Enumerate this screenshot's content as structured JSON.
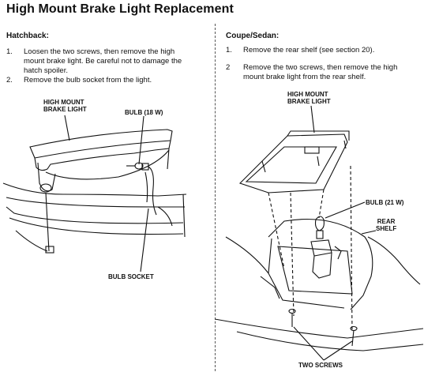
{
  "title": "High Mount Brake Light Replacement",
  "hatchback": {
    "heading": "Hatchback:",
    "steps": [
      {
        "num": "1.",
        "lines": [
          "Loosen the two screws, then remove the high",
          "mount brake light. Be careful not to damage the",
          "hatch spoiler."
        ]
      },
      {
        "num": "2.",
        "lines": [
          "Remove the bulb socket from the light."
        ]
      }
    ],
    "labels": {
      "light": [
        "HIGH MOUNT",
        "BRAKE LIGHT"
      ],
      "bulb": "BULB (18 W)",
      "socket": "BULB SOCKET"
    }
  },
  "coupe": {
    "heading": "Coupe/Sedan:",
    "steps": [
      {
        "num": "1.",
        "lines": [
          "Remove the rear shelf (see section 20)."
        ]
      },
      {
        "num": "2",
        "lines": [
          "Remove the two screws, then remove the high",
          "mount brake light from the rear shelf."
        ]
      }
    ],
    "labels": {
      "light": [
        "HIGH MOUNT",
        "BRAKE LIGHT"
      ],
      "bulb": "BULB (21 W)",
      "shelf": [
        "REAR",
        "SHELF"
      ],
      "screws": "TWO SCREWS"
    }
  }
}
